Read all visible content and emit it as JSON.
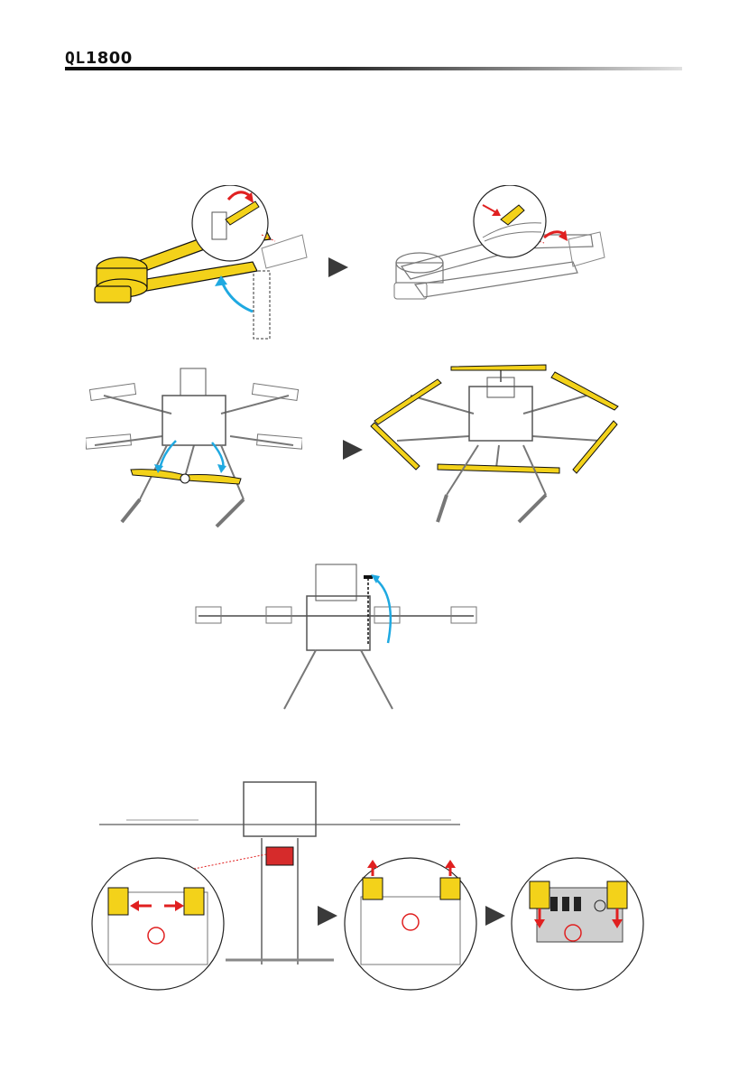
{
  "header": {
    "logo_prefix": "QL",
    "logo_number": "1800"
  },
  "colors": {
    "accent_yellow": "#f3d21a",
    "arrow_blue": "#1fa9e1",
    "arrow_red": "#e02020",
    "battery_red": "#d62b2b",
    "line_gray": "#7a7a7a"
  },
  "figures": [
    {
      "name": "arm-unfold-step-1",
      "icon": "drone-arm-yellow"
    },
    {
      "name": "arm-unfold-step-2",
      "icon": "drone-arm-locked"
    },
    {
      "name": "propeller-unfold-step-1",
      "icon": "drone-top-folded-props"
    },
    {
      "name": "propeller-unfold-step-2",
      "icon": "drone-top-unfolded-props"
    },
    {
      "name": "antenna-raise",
      "icon": "drone-front-antenna"
    },
    {
      "name": "battery-install-step-1",
      "icon": "battery-latch-open"
    },
    {
      "name": "battery-install-step-2",
      "icon": "battery-latch-lift"
    },
    {
      "name": "battery-install-step-3",
      "icon": "battery-latch-close"
    }
  ]
}
